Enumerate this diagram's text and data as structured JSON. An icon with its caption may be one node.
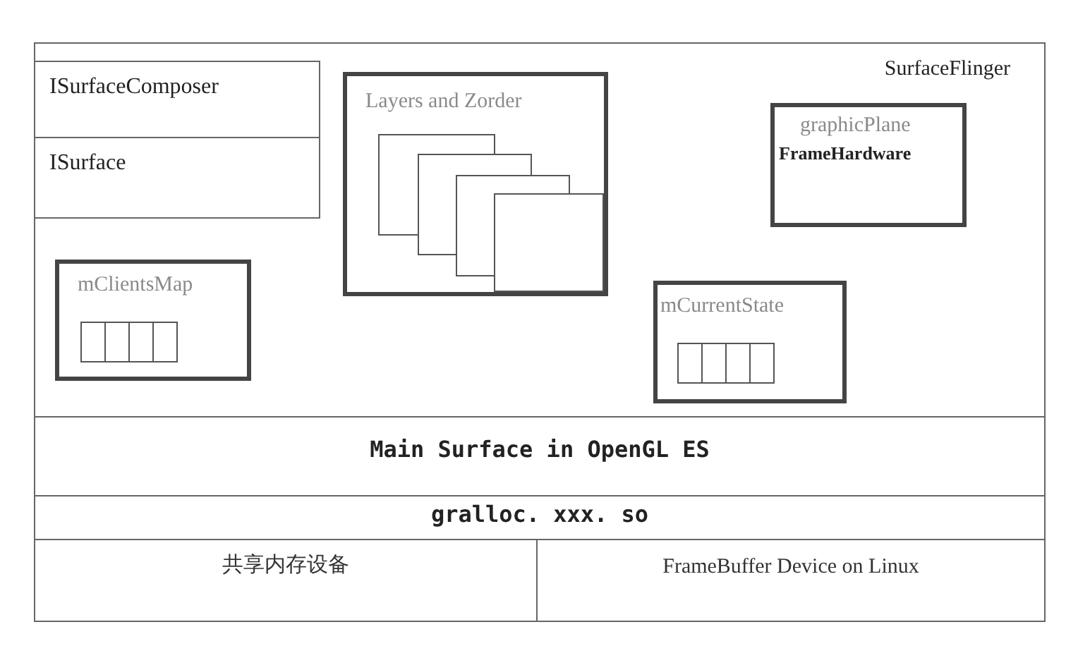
{
  "diagram": {
    "nodes": [
      {
        "text": [
          "SurfaceFlinger"
        ]
      },
      {
        "text": [
          "ISurfaceComposer"
        ],
        "in": 0
      },
      {
        "text": [
          "ISurface"
        ],
        "in": 0
      },
      {
        "text": [
          "Layers and Zorder"
        ],
        "in": 0
      },
      {
        "text": [],
        "shape": "box",
        "in": 3
      },
      {
        "text": [],
        "shape": "box",
        "in": 3
      },
      {
        "text": [],
        "shape": "box",
        "in": 3
      },
      {
        "text": [],
        "shape": "box",
        "in": 3
      },
      {
        "text": [
          "graphicPlane",
          "FrameHardware"
        ],
        "in": 0
      },
      {
        "text": [
          "mClientsMap"
        ],
        "in": 0
      },
      {
        "text": [
          "mCurrentState"
        ],
        "in": 0
      },
      {
        "text": [
          "Main Surface in OpenGL ES"
        ]
      },
      {
        "text": [
          "gralloc. xxx. so"
        ]
      },
      {
        "text": [
          "共享内存设备"
        ]
      },
      {
        "text": [
          "FrameBuffer Device on Linux"
        ]
      }
    ]
  }
}
